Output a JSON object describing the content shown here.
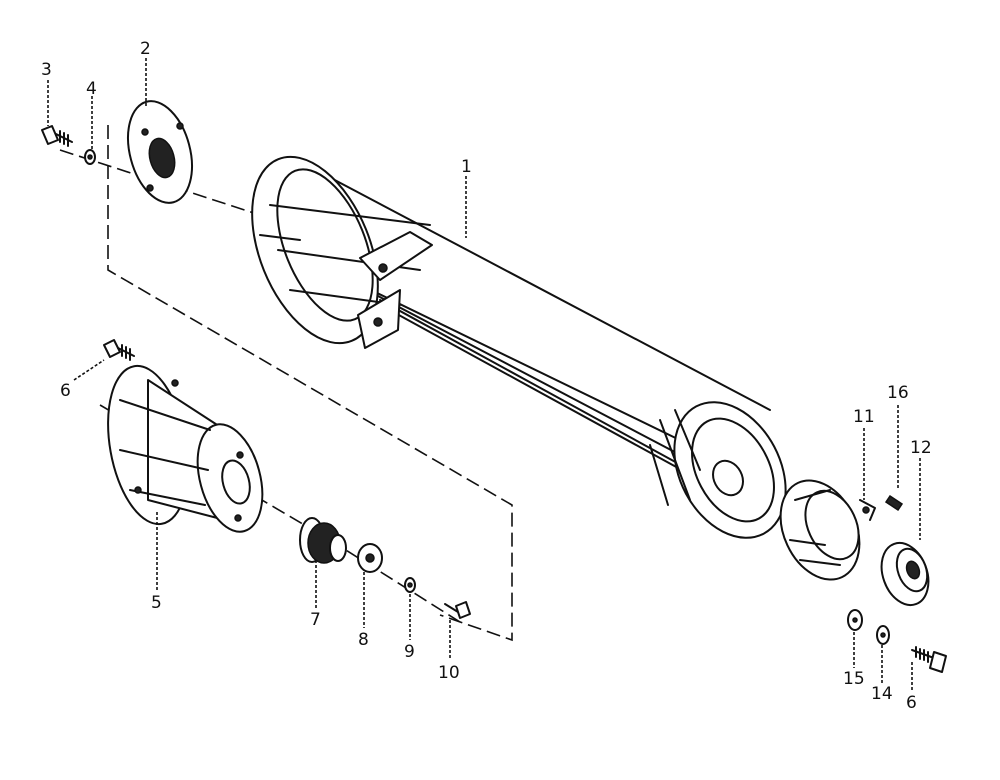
{
  "callouts": {
    "c1": "1",
    "c2": "2",
    "c3": "3",
    "c4": "4",
    "c5": "5",
    "c6a": "6",
    "c6b": "6",
    "c7": "7",
    "c8": "8",
    "c9": "9",
    "c10": "10",
    "c11": "11",
    "c12": "12",
    "c14": "14",
    "c15": "15",
    "c16": "16"
  }
}
